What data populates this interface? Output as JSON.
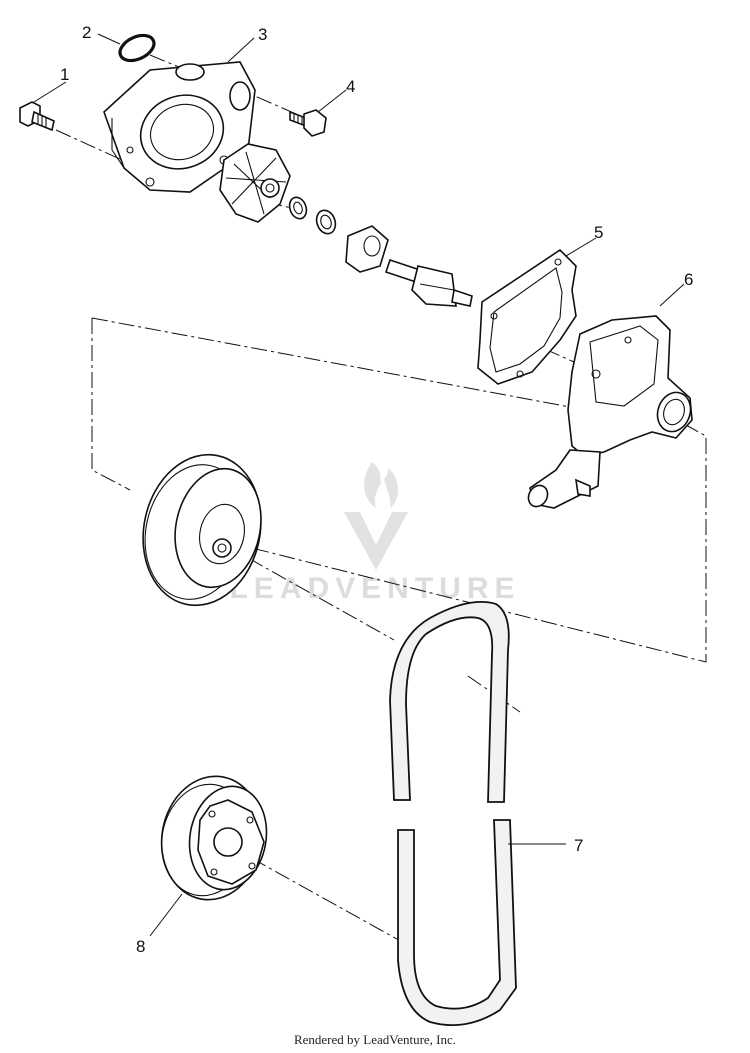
{
  "diagram": {
    "watermark": "LEADVENTURE",
    "footer": "Rendered by LeadVenture, Inc.",
    "callouts": [
      {
        "id": "1",
        "label": "1"
      },
      {
        "id": "2",
        "label": "2"
      },
      {
        "id": "3",
        "label": "3"
      },
      {
        "id": "4",
        "label": "4"
      },
      {
        "id": "5",
        "label": "5"
      },
      {
        "id": "6",
        "label": "6"
      },
      {
        "id": "7",
        "label": "7"
      },
      {
        "id": "8",
        "label": "8"
      }
    ]
  }
}
